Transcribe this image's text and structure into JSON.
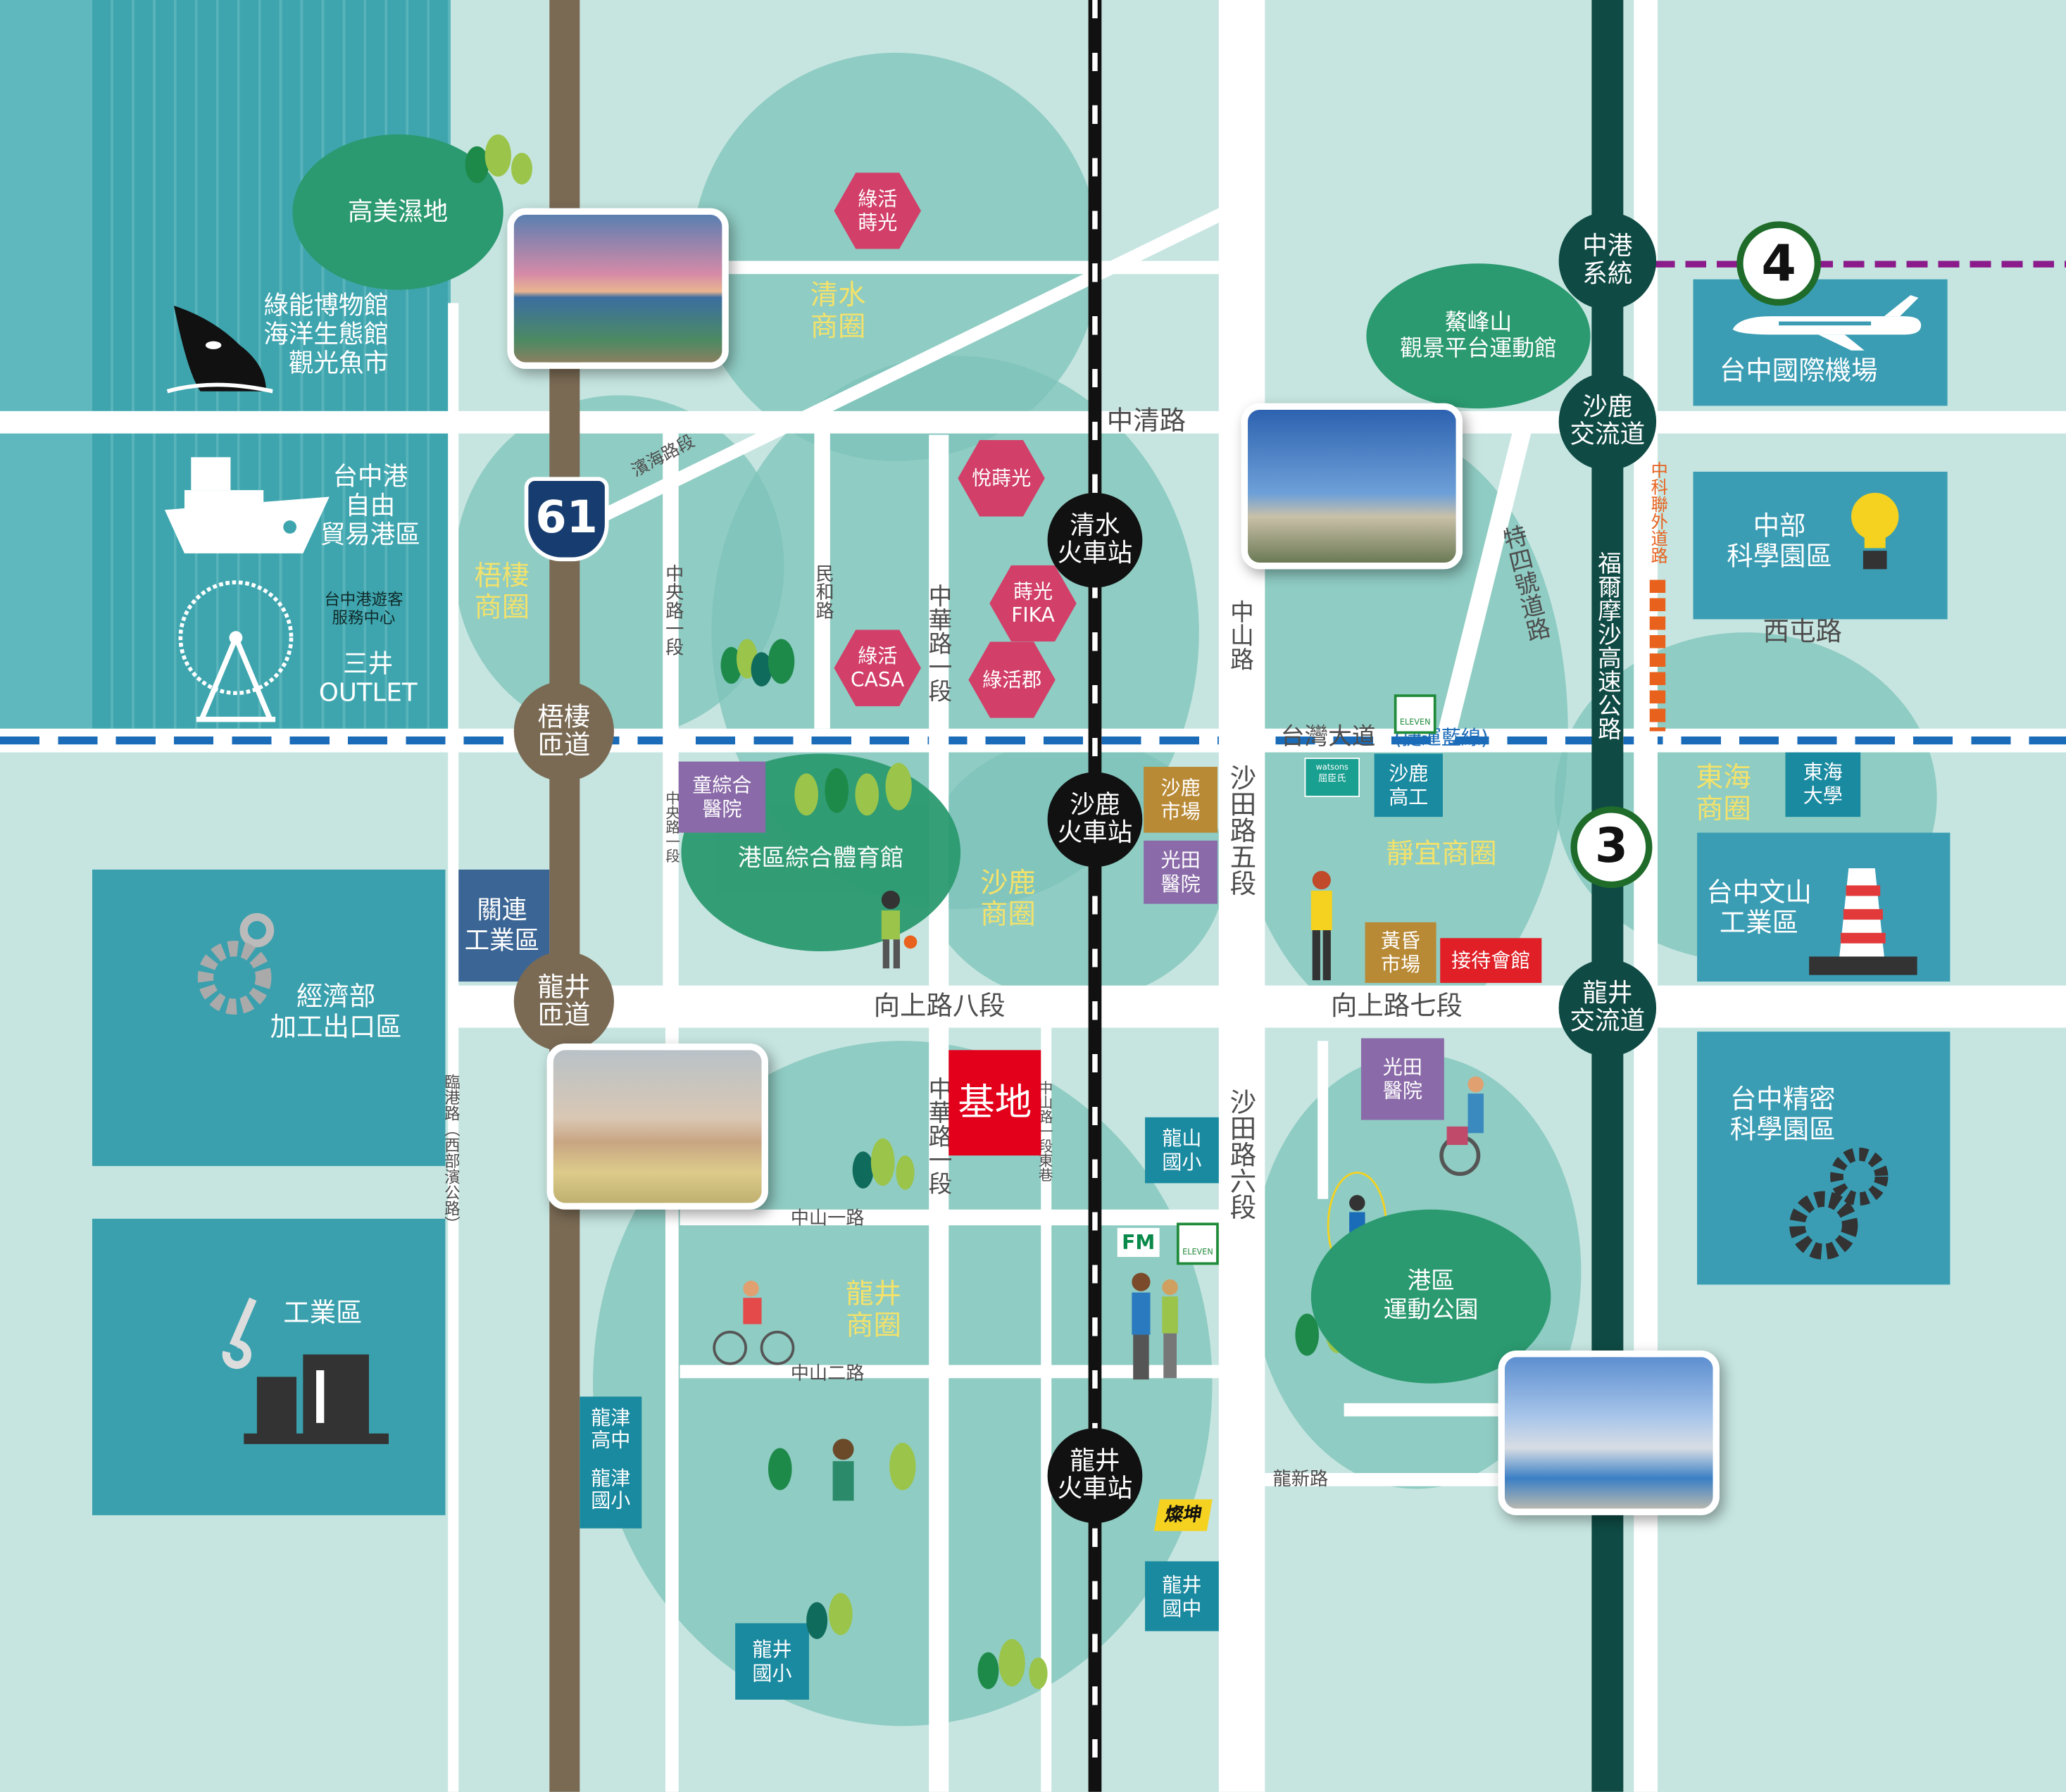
{
  "colors": {
    "background": "#c6e5e0",
    "sea": "#3ea5ae",
    "highway61": "#7a6a54",
    "freeway3": "#0f4a44",
    "railway": "#111111",
    "mrt_blue": "#1a6bb8",
    "freeway4": "#8b1a8b",
    "orange_road": "#e8621e",
    "pink_hex": "#d23f69",
    "green_bubble": "#2b9a70",
    "site_red": "#e3001b"
  },
  "landmarks_left": {
    "gaomei": "高美濕地",
    "museum": "綠能博物館\n海洋生態館\n觀光魚市",
    "port": "台中港\n自由\n貿易港區",
    "visitor_center": "台中港遊客\n服務中心",
    "outlet": "三井\nOUTLET",
    "epz": "經濟部\n加工出口區",
    "industrial": "工業區",
    "guanlian": "關連\n工業區"
  },
  "highway61": {
    "shield": "61",
    "ramp_wuqi": "梧棲\n匝道",
    "ramp_longjing": "龍井\n匝道"
  },
  "business_districts": {
    "qingshui": "清水\n商圈",
    "wuqi": "梧棲\n商圈",
    "shalu": "沙鹿\n商圈",
    "longjing": "龍井\n商圈",
    "jingyi": "靜宜商圈",
    "tunghai": "東海\n商圈"
  },
  "projects": {
    "lvhuo_shiguang": "綠活\n蒔光",
    "yue_shiguang": "悅蒔光",
    "shiguang_fika": "蒔光\nFIKA",
    "lvhuo_casa": "綠活\nCASA",
    "lvhuo_jun": "綠活郡"
  },
  "stations": {
    "qingshui": "清水\n火車站",
    "shalu": "沙鹿\n火車站",
    "longjing": "龍井\n火車站"
  },
  "interchanges": {
    "zhonggang": "中港\n系統",
    "shalu": "沙鹿\n交流道",
    "longjing": "龍井\n交流道",
    "freeway3": "3",
    "freeway4": "4"
  },
  "roads": {
    "zhongqing": "中清路",
    "taiwan_blvd": "台灣大道",
    "mrt_blue": "(捷運藍線)",
    "xiangshang8": "向上路八段",
    "xiangshang7": "向上路七段",
    "zhongshan1": "中山一路",
    "zhongshan2": "中山二路",
    "longxin": "龍新路",
    "zhongshan": "中山路",
    "shatian5": "沙田路五段",
    "shatian6": "沙田路六段",
    "zhongyang1": "中央路一段",
    "zhongyang1b": "中央路一段",
    "minhe": "民和路",
    "zhonghua1": "中華路一段",
    "zhonghua1b": "中華路一段",
    "zhongshan1_east": "中山路一段東巷",
    "lingang": "臨港路（西部濱公路）",
    "te4": "特四號道路",
    "freeway3_name": "福爾摩沙高速公路",
    "zhongke": "中科聯外道路",
    "xitun": "西屯路",
    "diagonal": "濱海路段"
  },
  "landmarks_right": {
    "aofeng": "鰲峰山\n觀景平台運動館",
    "airport": "台中國際機場",
    "ctsp": "中部\n科學園區",
    "tunghai_univ": "東海\n大學",
    "wenshan": "台中文山\n工業區",
    "precision": "台中精密\n科學園區",
    "sports_park": "港區\n運動公園"
  },
  "facilities": {
    "tung_hospital": "童綜合\n醫院",
    "sports_hall": "港區綜合體育館",
    "shalu_market": "沙鹿\n市場",
    "kuangtien1": "光田\n醫院",
    "shalu_vocational": "沙鹿\n高工",
    "dusk_market": "黃昏\n市場",
    "reception": "接待會館",
    "kuangtien2": "光田\n醫院",
    "longshan_elem": "龍山\n國小",
    "longjing_junior": "龍井\n國中",
    "longjin_high": "龍津\n高中",
    "longjin_elem": "龍津\n國小",
    "longjing_elem": "龍井\n國小",
    "site": "基地"
  },
  "brands": {
    "seven_eleven": "ELEVEN",
    "watsons": "watsons",
    "watsons_cn": "屈臣氏",
    "familymart": "FM",
    "tsannkuen": "燦坤"
  }
}
